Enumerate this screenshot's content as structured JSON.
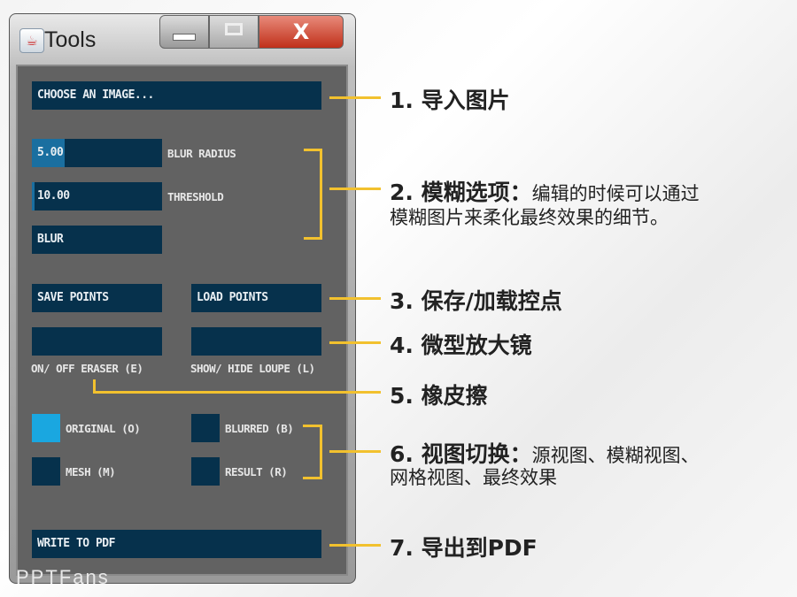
{
  "window": {
    "title": "Tools",
    "close": "X"
  },
  "tool": {
    "choose_image": "CHOOSE AN IMAGE...",
    "blur_radius_value": "5.00",
    "blur_radius_label": "BLUR RADIUS",
    "blur_radius_fill": 0.25,
    "threshold_value": "10.00",
    "threshold_label": "THRESHOLD",
    "threshold_fill": 0.02,
    "blur": "BLUR",
    "save_points": "SAVE POINTS",
    "load_points": "LOAD POINTS",
    "eraser_label": "ON/ OFF ERASER (E)",
    "loupe_label": "SHOW/ HIDE LOUPE (L)",
    "views": [
      {
        "label": "ORIGINAL (O)",
        "checked": true
      },
      {
        "label": "BLURRED (B)",
        "checked": false
      },
      {
        "label": "MESH (M)",
        "checked": false
      },
      {
        "label": "RESULT (R)",
        "checked": false
      }
    ],
    "write_pdf": "WRITE TO PDF"
  },
  "annotations": {
    "a1": "1. 导入图片",
    "a2": "2. 模糊选项：",
    "a2_desc": "编辑的时候可以通过",
    "a2_desc2": "模糊图片来柔化最终效果的细节。",
    "a3": "3. 保存/加载控点",
    "a4": "4. 微型放大镜",
    "a5": "5. 橡皮擦",
    "a6": "6. 视图切换：",
    "a6_desc": "源视图、模糊视图、",
    "a6_desc2": "网格视图、最终效果",
    "a7": "7. 导出到PDF"
  },
  "watermark": "PPTFans",
  "colors": {
    "accent": "#f2c12e",
    "button": "#06314c",
    "checked": "#1aa7e0"
  }
}
